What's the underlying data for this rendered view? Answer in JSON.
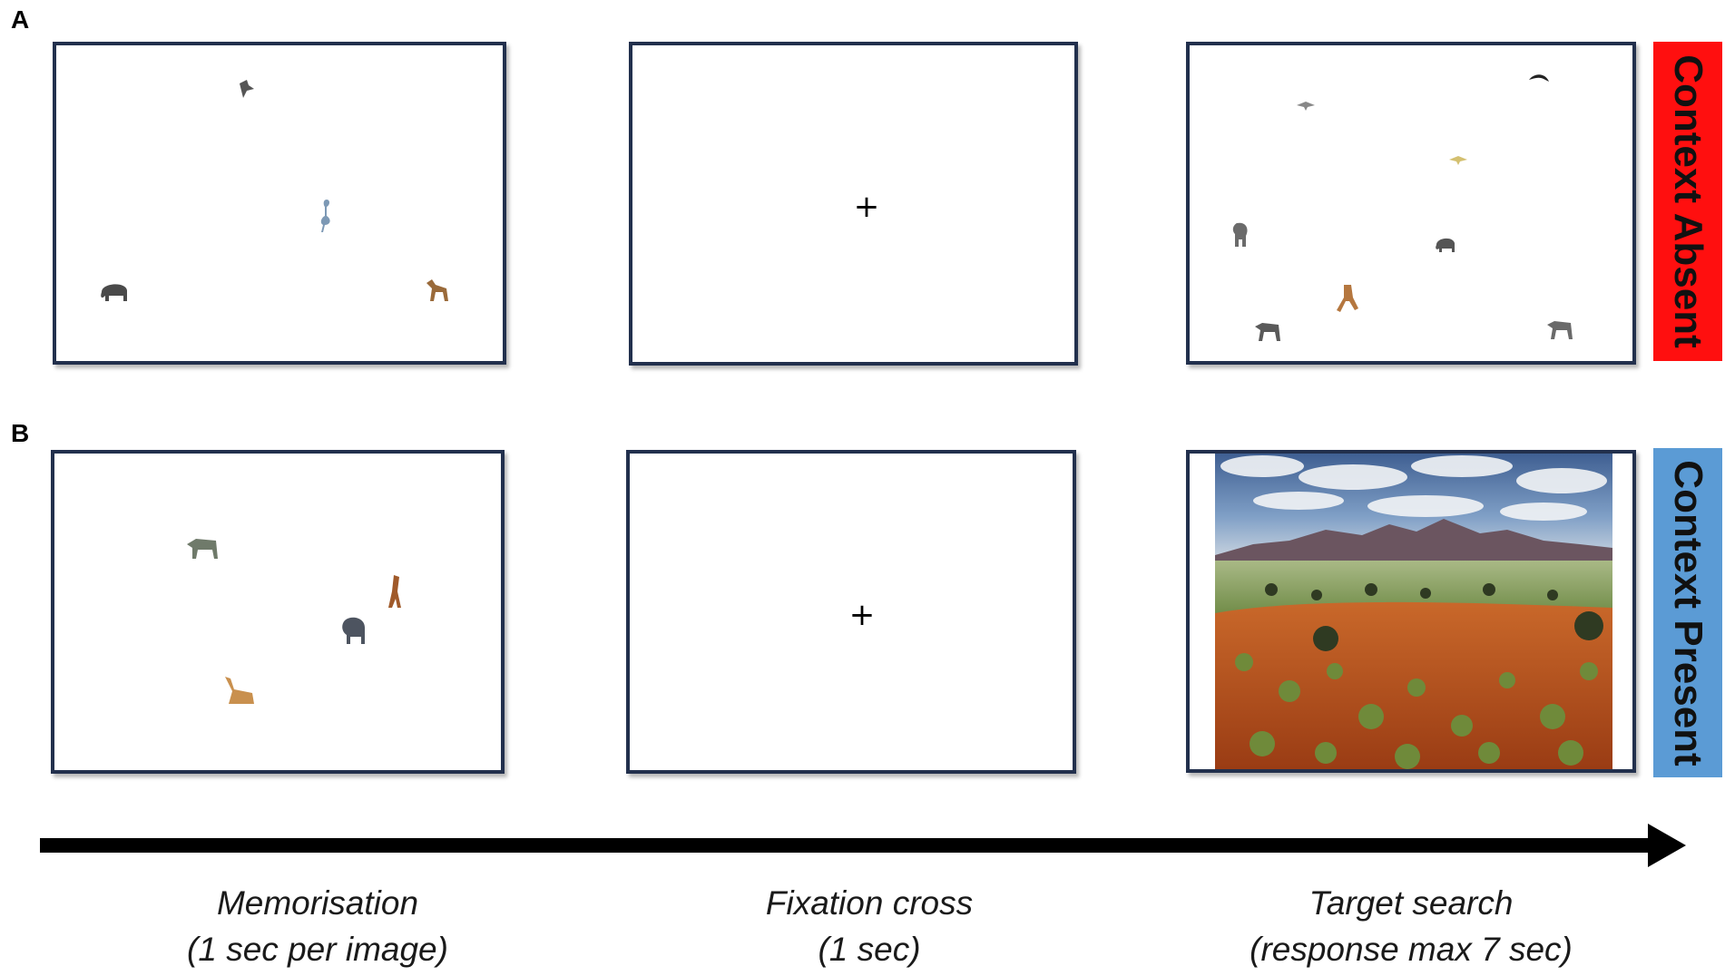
{
  "rows": [
    {
      "label": "A",
      "condition": "Context Absent",
      "condition_color": "#ff0f0f"
    },
    {
      "label": "B",
      "condition": "Context Present",
      "condition_color": "#5b9bd5"
    }
  ],
  "fixation": {
    "symbol": "+"
  },
  "stages": [
    {
      "title": "Memorisation",
      "detail": "(1 sec per image)"
    },
    {
      "title": "Fixation cross",
      "detail": "(1 sec)"
    },
    {
      "title": "Target search",
      "detail": "(response  max 7 sec)"
    }
  ],
  "colors": {
    "frame": "#22304d",
    "arrow": "#000000"
  }
}
